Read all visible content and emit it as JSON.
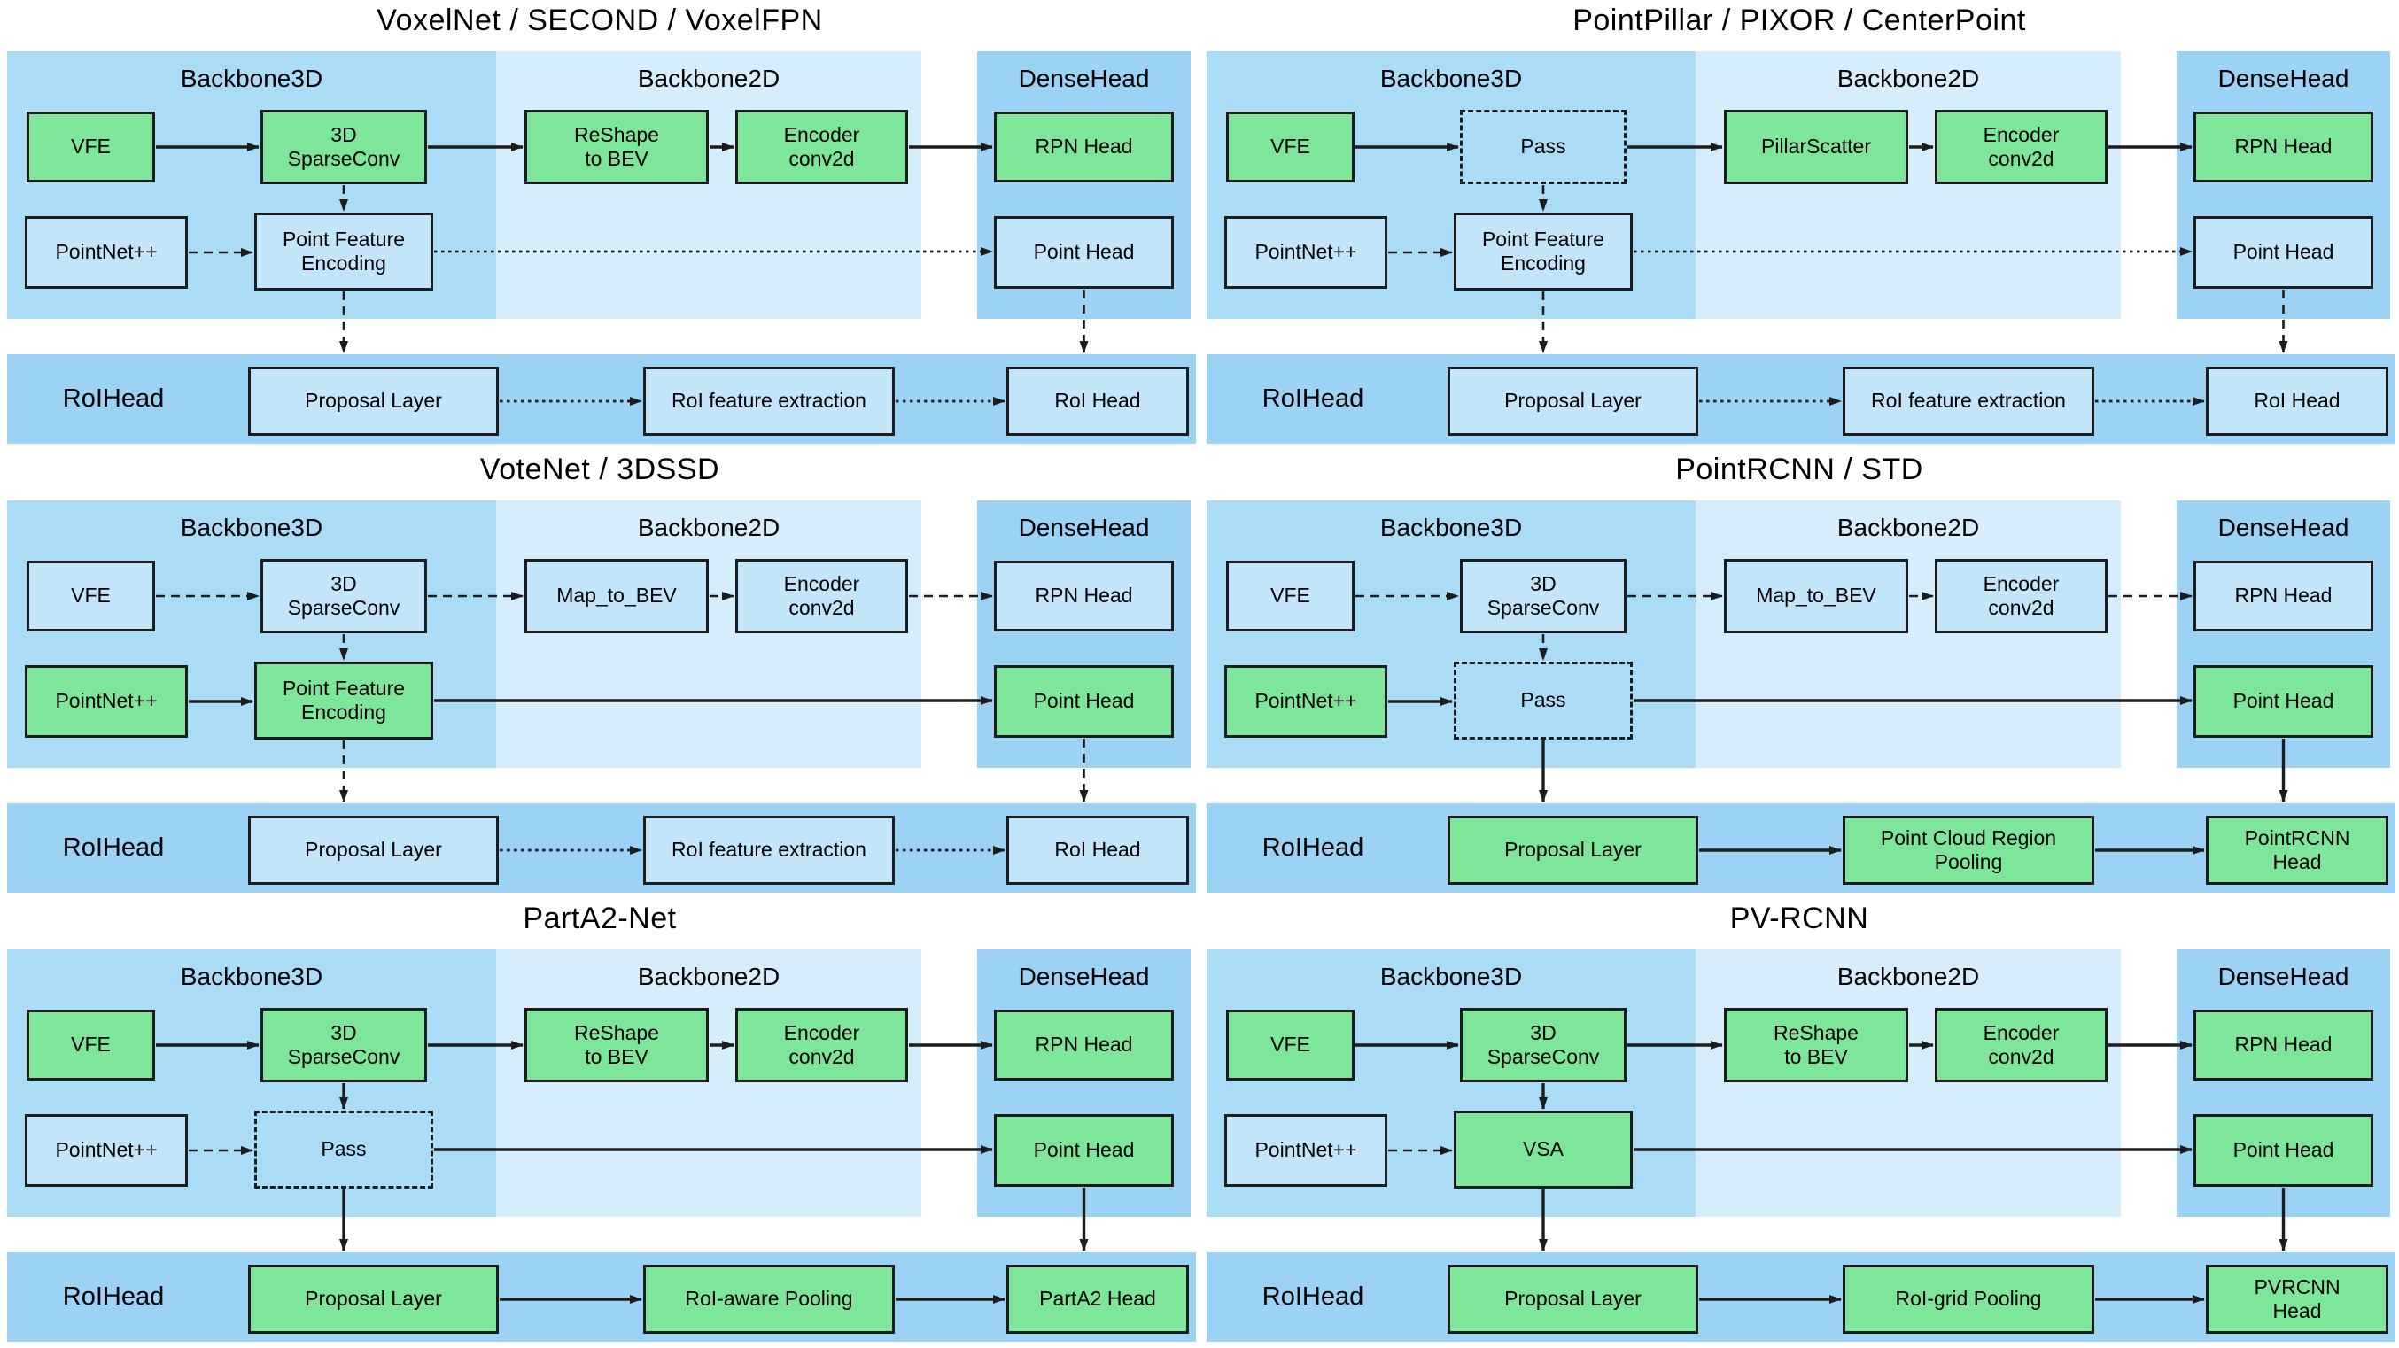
{
  "colors": {
    "background": "#ffffff",
    "green": "#7de69a",
    "blue_box": "#c2e5fa",
    "band_backbone3d": "#abdcf6",
    "band_backbone2d": "#d6edfc",
    "band_densehead": "#9cd2f4",
    "band_roihead": "#9cd2f4",
    "outline": "#1c1c1c",
    "text": "#000000"
  },
  "panels": [
    {
      "title": "VoxelNet / SECOND / VoxelFPN",
      "sections": {
        "backbone3d": "Backbone3D",
        "backbone2d": "Backbone2D",
        "densehead": "DenseHead",
        "roihead": "RoIHead"
      },
      "boxes": [
        {
          "slot": "vfe",
          "label": "VFE",
          "style": "green"
        },
        {
          "slot": "mid3d",
          "label": "3D\nSparseConv",
          "style": "green"
        },
        {
          "slot": "bev",
          "label": "ReShape\nto BEV",
          "style": "green"
        },
        {
          "slot": "enc",
          "label": "Encoder\nconv2d",
          "style": "green"
        },
        {
          "slot": "rpn",
          "label": "RPN Head",
          "style": "green"
        },
        {
          "slot": "pointnet",
          "label": "PointNet++",
          "style": "blue"
        },
        {
          "slot": "pfe",
          "label": "Point Feature\nEncoding",
          "style": "blue"
        },
        {
          "slot": "pointhead",
          "label": "Point Head",
          "style": "blue"
        },
        {
          "slot": "proposal",
          "label": "Proposal Layer",
          "style": "blue"
        },
        {
          "slot": "roimid",
          "label": "RoI feature extraction",
          "style": "blue"
        },
        {
          "slot": "roiend",
          "label": "RoI Head",
          "style": "blue"
        }
      ],
      "arrows": [
        {
          "from": "vfe",
          "to": "mid3d",
          "style": "solid"
        },
        {
          "from": "mid3d",
          "to": "bev",
          "style": "solid"
        },
        {
          "from": "bev",
          "to": "enc",
          "style": "solid"
        },
        {
          "from": "enc",
          "to": "rpn",
          "style": "solid"
        },
        {
          "from": "pointnet",
          "to": "pfe",
          "style": "dashed"
        },
        {
          "from": "pfe",
          "to": "pointhead",
          "style": "dotted"
        },
        {
          "from": "mid3d",
          "to": "pfe",
          "style": "dashed"
        },
        {
          "from": "pfe",
          "to": "roi",
          "style": "dashed"
        },
        {
          "from": "pointhead",
          "to": "roi",
          "style": "dashed"
        },
        {
          "from": "proposal",
          "to": "roimid",
          "style": "dotted"
        },
        {
          "from": "roimid",
          "to": "roiend",
          "style": "dotted"
        }
      ]
    },
    {
      "title": "PointPillar / PIXOR / CenterPoint",
      "sections": {
        "backbone3d": "Backbone3D",
        "backbone2d": "Backbone2D",
        "densehead": "DenseHead",
        "roihead": "RoIHead"
      },
      "boxes": [
        {
          "slot": "vfe",
          "label": "VFE",
          "style": "green"
        },
        {
          "slot": "mid3d",
          "label": "Pass",
          "style": "dashed"
        },
        {
          "slot": "bev",
          "label": "PillarScatter",
          "style": "green"
        },
        {
          "slot": "enc",
          "label": "Encoder\nconv2d",
          "style": "green"
        },
        {
          "slot": "rpn",
          "label": "RPN Head",
          "style": "green"
        },
        {
          "slot": "pointnet",
          "label": "PointNet++",
          "style": "blue"
        },
        {
          "slot": "pfe",
          "label": "Point Feature\nEncoding",
          "style": "blue"
        },
        {
          "slot": "pointhead",
          "label": "Point Head",
          "style": "blue"
        },
        {
          "slot": "proposal",
          "label": "Proposal Layer",
          "style": "blue"
        },
        {
          "slot": "roimid",
          "label": "RoI feature extraction",
          "style": "blue"
        },
        {
          "slot": "roiend",
          "label": "RoI Head",
          "style": "blue"
        }
      ],
      "arrows": [
        {
          "from": "vfe",
          "to": "mid3d",
          "style": "solid"
        },
        {
          "from": "mid3d",
          "to": "bev",
          "style": "solid"
        },
        {
          "from": "bev",
          "to": "enc",
          "style": "solid"
        },
        {
          "from": "enc",
          "to": "rpn",
          "style": "solid"
        },
        {
          "from": "pointnet",
          "to": "pfe",
          "style": "dashed"
        },
        {
          "from": "pfe",
          "to": "pointhead",
          "style": "dotted"
        },
        {
          "from": "mid3d",
          "to": "pfe",
          "style": "dashed"
        },
        {
          "from": "pfe",
          "to": "roi",
          "style": "dashed"
        },
        {
          "from": "pointhead",
          "to": "roi",
          "style": "dashed"
        },
        {
          "from": "proposal",
          "to": "roimid",
          "style": "dotted"
        },
        {
          "from": "roimid",
          "to": "roiend",
          "style": "dotted"
        }
      ]
    },
    {
      "title": "VoteNet / 3DSSD",
      "sections": {
        "backbone3d": "Backbone3D",
        "backbone2d": "Backbone2D",
        "densehead": "DenseHead",
        "roihead": "RoIHead"
      },
      "boxes": [
        {
          "slot": "vfe",
          "label": "VFE",
          "style": "blue"
        },
        {
          "slot": "mid3d",
          "label": "3D\nSparseConv",
          "style": "blue"
        },
        {
          "slot": "bev",
          "label": "Map_to_BEV",
          "style": "blue"
        },
        {
          "slot": "enc",
          "label": "Encoder\nconv2d",
          "style": "blue"
        },
        {
          "slot": "rpn",
          "label": "RPN Head",
          "style": "blue"
        },
        {
          "slot": "pointnet",
          "label": "PointNet++",
          "style": "green"
        },
        {
          "slot": "pfe",
          "label": "Point Feature\nEncoding",
          "style": "green"
        },
        {
          "slot": "pointhead",
          "label": "Point Head",
          "style": "green"
        },
        {
          "slot": "proposal",
          "label": "Proposal Layer",
          "style": "blue"
        },
        {
          "slot": "roimid",
          "label": "RoI feature extraction",
          "style": "blue"
        },
        {
          "slot": "roiend",
          "label": "RoI Head",
          "style": "blue"
        }
      ],
      "arrows": [
        {
          "from": "vfe",
          "to": "mid3d",
          "style": "dashed"
        },
        {
          "from": "mid3d",
          "to": "bev",
          "style": "dashed"
        },
        {
          "from": "bev",
          "to": "enc",
          "style": "dashed"
        },
        {
          "from": "enc",
          "to": "rpn",
          "style": "dashed"
        },
        {
          "from": "pointnet",
          "to": "pfe",
          "style": "solid"
        },
        {
          "from": "pfe",
          "to": "pointhead",
          "style": "solid"
        },
        {
          "from": "mid3d",
          "to": "pfe",
          "style": "dashed"
        },
        {
          "from": "pfe",
          "to": "roi",
          "style": "dashed"
        },
        {
          "from": "pointhead",
          "to": "roi",
          "style": "dashed"
        },
        {
          "from": "proposal",
          "to": "roimid",
          "style": "dotted"
        },
        {
          "from": "roimid",
          "to": "roiend",
          "style": "dotted"
        }
      ]
    },
    {
      "title": "PointRCNN / STD",
      "sections": {
        "backbone3d": "Backbone3D",
        "backbone2d": "Backbone2D",
        "densehead": "DenseHead",
        "roihead": "RoIHead"
      },
      "boxes": [
        {
          "slot": "vfe",
          "label": "VFE",
          "style": "blue"
        },
        {
          "slot": "mid3d",
          "label": "3D\nSparseConv",
          "style": "blue"
        },
        {
          "slot": "bev",
          "label": "Map_to_BEV",
          "style": "blue"
        },
        {
          "slot": "enc",
          "label": "Encoder\nconv2d",
          "style": "blue"
        },
        {
          "slot": "rpn",
          "label": "RPN Head",
          "style": "blue"
        },
        {
          "slot": "pointnet",
          "label": "PointNet++",
          "style": "green"
        },
        {
          "slot": "pfe",
          "label": "Pass",
          "style": "dashed"
        },
        {
          "slot": "pointhead",
          "label": "Point Head",
          "style": "green"
        },
        {
          "slot": "proposal",
          "label": "Proposal Layer",
          "style": "green"
        },
        {
          "slot": "roimid",
          "label": "Point Cloud Region\nPooling",
          "style": "green"
        },
        {
          "slot": "roiend",
          "label": "PointRCNN\nHead",
          "style": "green"
        }
      ],
      "arrows": [
        {
          "from": "vfe",
          "to": "mid3d",
          "style": "dashed"
        },
        {
          "from": "mid3d",
          "to": "bev",
          "style": "dashed"
        },
        {
          "from": "bev",
          "to": "enc",
          "style": "dashed"
        },
        {
          "from": "enc",
          "to": "rpn",
          "style": "dashed"
        },
        {
          "from": "pointnet",
          "to": "pfe",
          "style": "solid"
        },
        {
          "from": "pfe",
          "to": "pointhead",
          "style": "solid"
        },
        {
          "from": "mid3d",
          "to": "pfe",
          "style": "dashed"
        },
        {
          "from": "pfe",
          "to": "roi",
          "style": "solid"
        },
        {
          "from": "pointhead",
          "to": "roi",
          "style": "solid"
        },
        {
          "from": "proposal",
          "to": "roimid",
          "style": "solid"
        },
        {
          "from": "roimid",
          "to": "roiend",
          "style": "solid"
        }
      ]
    },
    {
      "title": "PartA2-Net",
      "sections": {
        "backbone3d": "Backbone3D",
        "backbone2d": "Backbone2D",
        "densehead": "DenseHead",
        "roihead": "RoIHead"
      },
      "boxes": [
        {
          "slot": "vfe",
          "label": "VFE",
          "style": "green"
        },
        {
          "slot": "mid3d",
          "label": "3D\nSparseConv",
          "style": "green"
        },
        {
          "slot": "bev",
          "label": "ReShape\nto BEV",
          "style": "green"
        },
        {
          "slot": "enc",
          "label": "Encoder\nconv2d",
          "style": "green"
        },
        {
          "slot": "rpn",
          "label": "RPN Head",
          "style": "green"
        },
        {
          "slot": "pointnet",
          "label": "PointNet++",
          "style": "blue"
        },
        {
          "slot": "pfe",
          "label": "Pass",
          "style": "dashed"
        },
        {
          "slot": "pointhead",
          "label": "Point Head",
          "style": "green"
        },
        {
          "slot": "proposal",
          "label": "Proposal Layer",
          "style": "green"
        },
        {
          "slot": "roimid",
          "label": "RoI-aware Pooling",
          "style": "green"
        },
        {
          "slot": "roiend",
          "label": "PartA2 Head",
          "style": "green"
        }
      ],
      "arrows": [
        {
          "from": "vfe",
          "to": "mid3d",
          "style": "solid"
        },
        {
          "from": "mid3d",
          "to": "bev",
          "style": "solid"
        },
        {
          "from": "bev",
          "to": "enc",
          "style": "solid"
        },
        {
          "from": "enc",
          "to": "rpn",
          "style": "solid"
        },
        {
          "from": "pointnet",
          "to": "pfe",
          "style": "dashed"
        },
        {
          "from": "pfe",
          "to": "pointhead",
          "style": "solid"
        },
        {
          "from": "mid3d",
          "to": "pfe",
          "style": "solid"
        },
        {
          "from": "pfe",
          "to": "roi",
          "style": "solid"
        },
        {
          "from": "pointhead",
          "to": "roi",
          "style": "solid"
        },
        {
          "from": "proposal",
          "to": "roimid",
          "style": "solid"
        },
        {
          "from": "roimid",
          "to": "roiend",
          "style": "solid"
        }
      ]
    },
    {
      "title": "PV-RCNN",
      "sections": {
        "backbone3d": "Backbone3D",
        "backbone2d": "Backbone2D",
        "densehead": "DenseHead",
        "roihead": "RoIHead"
      },
      "boxes": [
        {
          "slot": "vfe",
          "label": "VFE",
          "style": "green"
        },
        {
          "slot": "mid3d",
          "label": "3D\nSparseConv",
          "style": "green"
        },
        {
          "slot": "bev",
          "label": "ReShape\nto BEV",
          "style": "green"
        },
        {
          "slot": "enc",
          "label": "Encoder\nconv2d",
          "style": "green"
        },
        {
          "slot": "rpn",
          "label": "RPN Head",
          "style": "green"
        },
        {
          "slot": "pointnet",
          "label": "PointNet++",
          "style": "blue"
        },
        {
          "slot": "pfe",
          "label": "VSA",
          "style": "green"
        },
        {
          "slot": "pointhead",
          "label": "Point Head",
          "style": "green"
        },
        {
          "slot": "proposal",
          "label": "Proposal Layer",
          "style": "green"
        },
        {
          "slot": "roimid",
          "label": "RoI-grid Pooling",
          "style": "green"
        },
        {
          "slot": "roiend",
          "label": "PVRCNN\nHead",
          "style": "green"
        }
      ],
      "arrows": [
        {
          "from": "vfe",
          "to": "mid3d",
          "style": "solid"
        },
        {
          "from": "mid3d",
          "to": "bev",
          "style": "solid"
        },
        {
          "from": "bev",
          "to": "enc",
          "style": "solid"
        },
        {
          "from": "enc",
          "to": "rpn",
          "style": "solid"
        },
        {
          "from": "pointnet",
          "to": "pfe",
          "style": "dashed"
        },
        {
          "from": "pfe",
          "to": "pointhead",
          "style": "solid"
        },
        {
          "from": "mid3d",
          "to": "pfe",
          "style": "solid"
        },
        {
          "from": "pfe",
          "to": "roi",
          "style": "solid"
        },
        {
          "from": "pointhead",
          "to": "roi",
          "style": "solid"
        },
        {
          "from": "proposal",
          "to": "roimid",
          "style": "solid"
        },
        {
          "from": "roimid",
          "to": "roiend",
          "style": "solid"
        }
      ]
    }
  ]
}
